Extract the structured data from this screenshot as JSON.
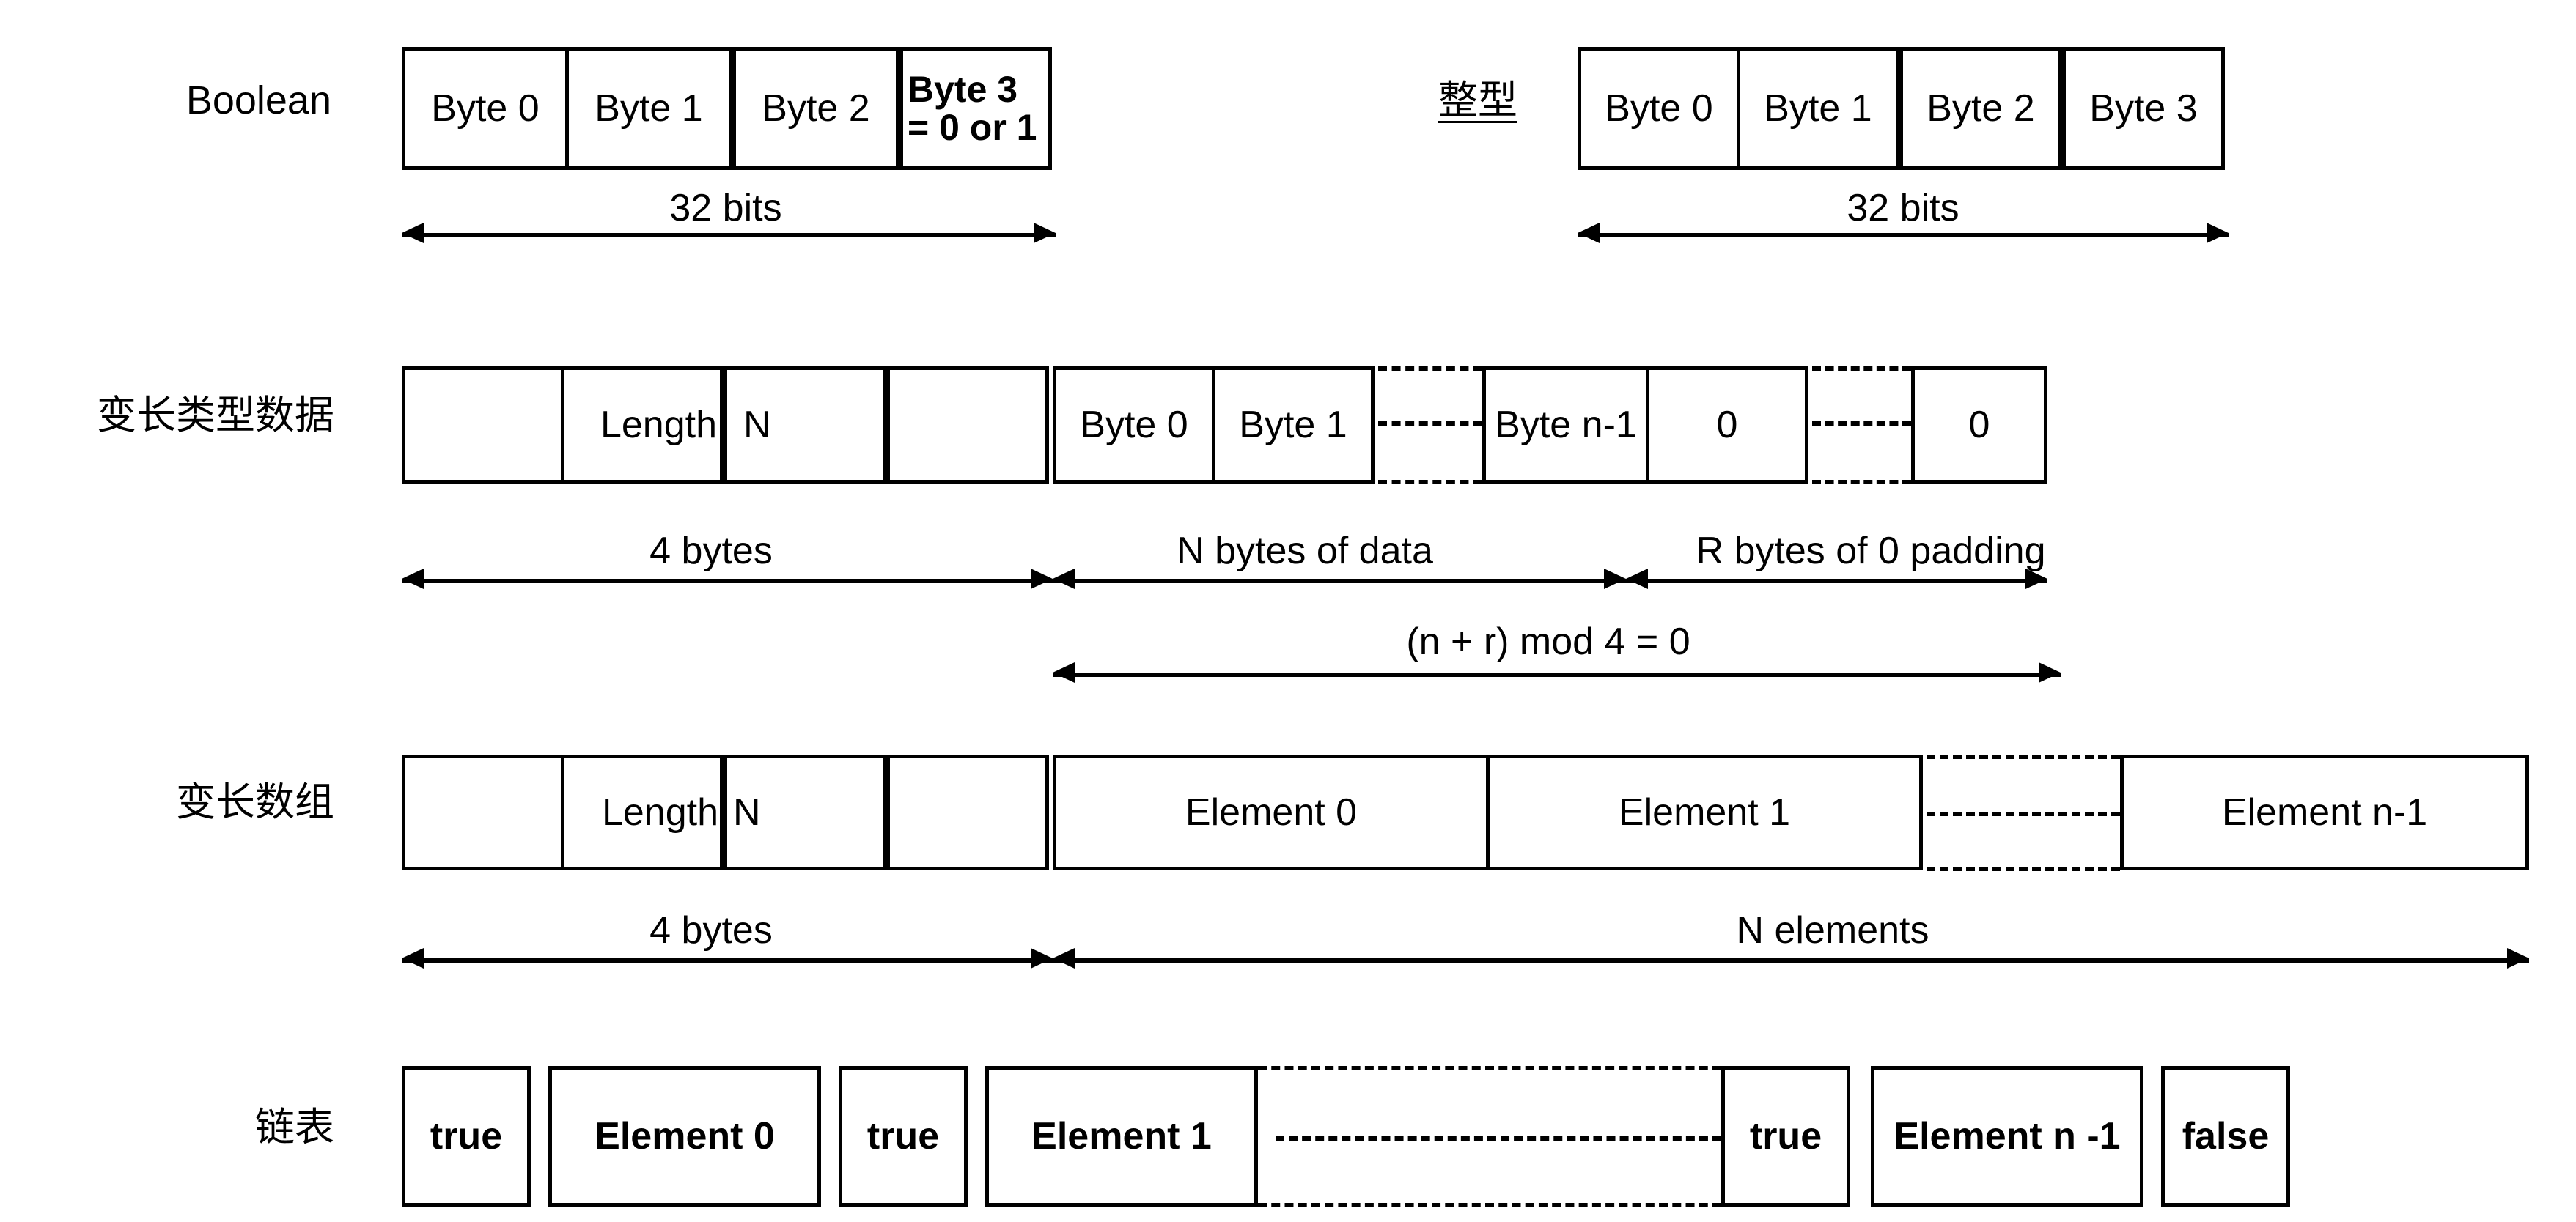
{
  "diagram": {
    "title_semantic": "data-encoding-layout-diagram",
    "ink_color": "#000000",
    "background_color": "#ffffff",
    "rows": [
      {
        "id": "boolean",
        "label": "Boolean",
        "label_underlined": false,
        "cells": [
          "Byte 0",
          "Byte 1",
          "Byte 2"
        ],
        "last_cell_line1": "Byte 3",
        "last_cell_line2": "= 0 or 1",
        "measure": "32 bits"
      },
      {
        "id": "integer",
        "label": "整型",
        "label_underlined": true,
        "cells": [
          "Byte 0",
          "Byte 1",
          "Byte 2",
          "Byte 3"
        ],
        "measure": "32 bits"
      },
      {
        "id": "variable-length-data",
        "label": "变长类型数据",
        "length_text": "Length",
        "length_n": "N",
        "data_cells": [
          "Byte 0",
          "Byte 1"
        ],
        "data_tail": "Byte n-1",
        "pad_cells": [
          "0",
          "0"
        ],
        "measures": {
          "header": "4 bytes",
          "data": "N bytes of data",
          "padding": "R bytes of 0 padding",
          "total": "(n + r) mod 4 = 0"
        }
      },
      {
        "id": "variable-length-array",
        "label": "变长数组",
        "length_text": "Length",
        "length_n": "N",
        "elements": [
          "Element 0",
          "Element 1"
        ],
        "element_tail": "Element n-1",
        "measures": {
          "header": "4 bytes",
          "elements": "N elements"
        }
      },
      {
        "id": "linked-list",
        "label": "链表",
        "nodes": [
          {
            "flag": "true",
            "element": "Element 0"
          },
          {
            "flag": "true",
            "element": "Element 1"
          },
          {
            "flag": "true",
            "element": "Element n -1"
          }
        ],
        "terminator": "false"
      }
    ]
  }
}
